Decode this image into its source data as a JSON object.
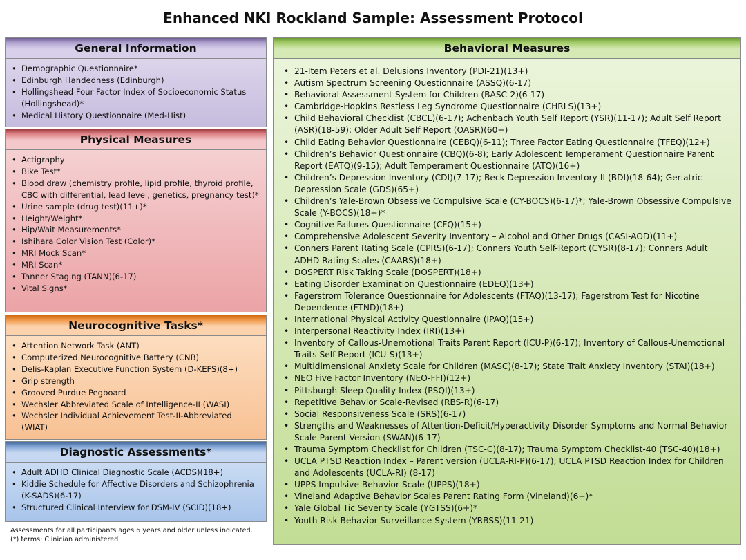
{
  "title": "Enhanced NKI Rockland Sample: Assessment Protocol",
  "sections": {
    "general": {
      "header": "General Information",
      "items": [
        "Demographic Questionnaire*",
        "Edinburgh Handedness (Edinburgh)",
        "Hollingshead Four Factor Index of Socioeconomic Status (Hollingshead)*",
        "Medical History Questionnaire (Med-Hist)"
      ]
    },
    "physical": {
      "header": "Physical Measures",
      "items": [
        "Actigraphy",
        "Bike Test*",
        "Blood draw (chemistry profile, lipid profile, thyroid profile, CBC with differential, lead level, genetics, pregnancy test)*",
        "Urine sample (drug test)(11+)*",
        "Height/Weight*",
        "Hip/Wait Measurements*",
        "Ishihara Color Vision Test (Color)*",
        "MRI Mock Scan*",
        "MRI Scan*",
        "Tanner Staging (TANN)(6-17)",
        "Vital Signs*"
      ]
    },
    "neurocognitive": {
      "header": "Neurocognitive Tasks*",
      "items": [
        "Attention Network Task (ANT)",
        "Computerized Neurocognitive Battery (CNB)",
        "Delis-Kaplan Executive Function System (D-KEFS)(8+)",
        "Grip strength",
        "Grooved Purdue Pegboard",
        "Wechsler Abbreviated Scale of Intelligence-II (WASI)",
        "Wechsler Individual Achievement Test-II-Abbreviated (WIAT)"
      ]
    },
    "diagnostic": {
      "header": "Diagnostic Assessments*",
      "items": [
        "Adult ADHD Clinical Diagnostic Scale (ACDS)(18+)",
        "Kiddie Schedule for Affective Disorders and Schizophrenia (K-SADS)(6-17)",
        "Structured Clinical Interview for DSM-IV (SCID)(18+)"
      ]
    },
    "behavioral": {
      "header": "Behavioral Measures",
      "items": [
        "21-Item Peters et al. Delusions Inventory (PDI-21)(13+)",
        "Autism Spectrum Screening Questionnaire (ASSQ)(6-17)",
        "Behavioral Assessment System for Children (BASC-2)(6-17)",
        "Cambridge-Hopkins Restless Leg Syndrome Questionnaire (CHRLS)(13+)",
        "Child Behavioral Checklist (CBCL)(6-17); Achenbach Youth Self Report (YSR)(11-17); Adult Self Report (ASR)(18-59); Older Adult Self Report (OASR)(60+)",
        "Child Eating Behavior Questionnaire (CEBQ)(6-11); Three Factor Eating Questionnaire (TFEQ)(12+)",
        "Children’s Behavior Questionnaire (CBQ)(6-8); Early Adolescent Temperament Questionnaire Parent Report (EATQ)(9-15); Adult Temperament Questionnaire (ATQ)(16+)",
        "Children’s Depression Inventory (CDI)(7-17); Beck Depression Inventory-II (BDI)(18-64); Geriatric Depression Scale (GDS)(65+)",
        "Children’s Yale-Brown Obsessive Compulsive Scale (CY-BOCS)(6-17)*; Yale-Brown Obsessive Compulsive Scale (Y-BOCS)(18+)*",
        "Cognitive Failures Questionnaire (CFQ)(15+)",
        "Comprehensive Adolescent Severity Inventory – Alcohol and Other Drugs (CASI-AOD)(11+)",
        "Conners Parent Rating Scale (CPRS)(6-17); Conners Youth Self-Report (CYSR)(8-17); Conners Adult ADHD Rating Scales (CAARS)(18+)",
        "DOSPERT Risk Taking Scale (DOSPERT)(18+)",
        "Eating Disorder Examination Questionnaire (EDEQ)(13+)",
        "Fagerstrom Tolerance Questionnaire for Adolescents (FTAQ)(13-17); Fagerstrom Test for Nicotine Dependence (FTND)(18+)",
        "International Physical Activity Questionnaire (IPAQ)(15+)",
        "Interpersonal Reactivity Index (IRI)(13+)",
        "Inventory of Callous-Unemotional Traits Parent Report (ICU-P)(6-17); Inventory of Callous-Unemotional Traits Self Report (ICU-S)(13+)",
        "Multidimensional Anxiety Scale for Children (MASC)(8-17); State Trait Anxiety Inventory (STAI)(18+)",
        "NEO Five Factor Inventory (NEO-FFI)(12+)",
        "Pittsburgh Sleep Quality Index (PSQI)(13+)",
        "Repetitive Behavior Scale-Revised (RBS-R)(6-17)",
        "Social Responsiveness Scale (SRS)(6-17)",
        "Strengths and Weaknesses of Attention-Deficit/Hyperactivity Disorder Symptoms and Normal Behavior Scale Parent Version (SWAN)(6-17)",
        "Trauma Symptom Checklist for Children (TSC-C)(8-17); Trauma Symptom Checklist-40 (TSC-40)(18+)",
        "UCLA PTSD Reaction Index – Parent version (UCLA-RI-P)(6-17); UCLA PTSD Reaction Index for Children and Adolescents (UCLA-RI) (8-17)",
        "UPPS Impulsive Behavior Scale (UPPS)(18+)",
        "Vineland Adaptive Behavior Scales Parent Rating Form (Vineland)(6+)*",
        "Yale Global Tic Severity Scale (YGTSS)(6+)*",
        "Youth Risk Behavior Surveillance System (YRBSS)(11-21)"
      ]
    }
  },
  "footnote": {
    "line1": "Assessments for all participants ages 6 years and older unless indicated.",
    "line2": "(*) terms: Clinician administered"
  }
}
